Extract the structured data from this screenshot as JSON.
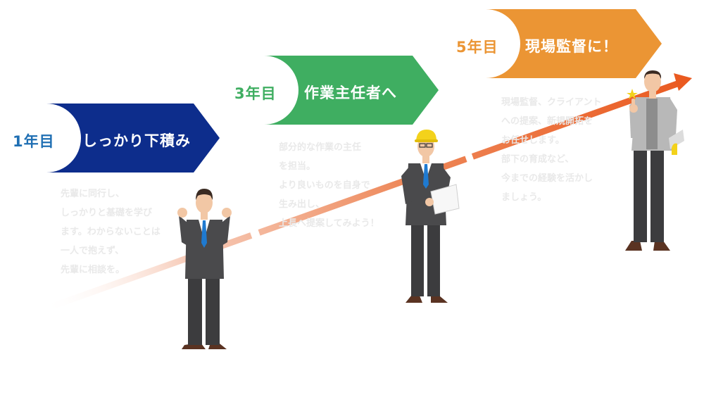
{
  "colors": {
    "stage1": "#0d2d8c",
    "stage1_label": "#1f6fb3",
    "stage2": "#3fae61",
    "stage2_label": "#3fae61",
    "stage3": "#eb9534",
    "stage3_label": "#eb9534",
    "arrow": "#ea5a20",
    "suit": "#4a4a4c",
    "tie": "#1f7ad0",
    "helmet": "#f3d21b",
    "vest": "#b8b8b8",
    "shoe": "#5a3322"
  },
  "stages": [
    {
      "year": "1年目",
      "title": "しっかり下積み",
      "description": "先輩に同行し、\nしっかりと基礎を学び\nます。わからないことは\n一人で抱えず、\n先輩に相談を。",
      "figure": "businessman-fists-icon"
    },
    {
      "year": "3年目",
      "title": "作業主任者へ",
      "description": "部分的な作業の主任\nを担当。\nより良いものを自身で\n生み出し、\n上長へ提案してみよう！",
      "figure": "engineer-helmet-clipboard-icon"
    },
    {
      "year": "5年目",
      "title": "現場監督に！",
      "description": "現場監督、クライアント\nへの提案、新規開拓を\nお任せします。\n部下の育成など、\n今までの経験を活かし\nましょう。",
      "figure": "supervisor-thumbs-up-icon"
    }
  ]
}
